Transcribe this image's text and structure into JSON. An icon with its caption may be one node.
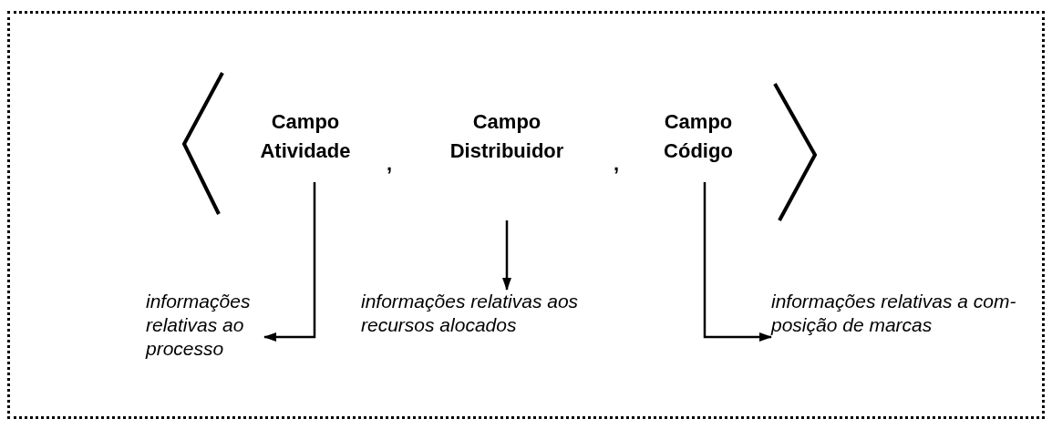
{
  "diagram": {
    "nodes": [
      {
        "text": [
          "Campo Atividade"
        ]
      },
      {
        "text": [
          "Campo Distribuidor"
        ]
      },
      {
        "text": [
          "Campo Código"
        ]
      },
      {
        "text": [
          "informações relativas ao processo"
        ]
      },
      {
        "text": [
          "informações relativas aos recursos alocados"
        ]
      },
      {
        "text": [
          "informações relativas a com- posição de marcas"
        ]
      }
    ],
    "edges": [
      {
        "from": 0,
        "to": 3,
        "arrow": "to"
      },
      {
        "from": 1,
        "to": 4,
        "arrow": "to"
      },
      {
        "from": 2,
        "to": 5,
        "arrow": "to"
      }
    ],
    "labels": [
      ",",
      ","
    ]
  }
}
